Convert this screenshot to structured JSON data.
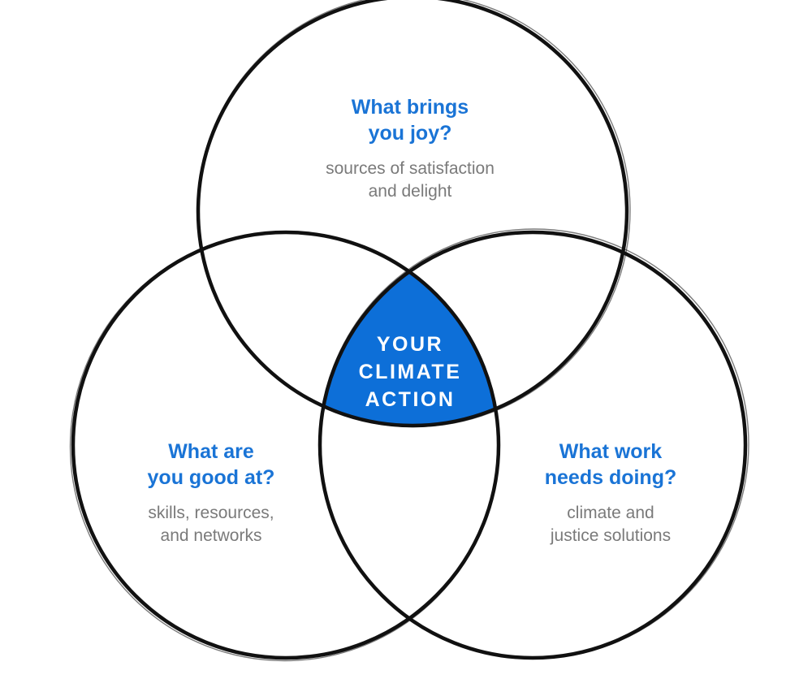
{
  "colors": {
    "accent": "#1a74d6",
    "description": "#7a7a7a",
    "outline": "#111111",
    "intersection_text": "#ffffff"
  },
  "circles": {
    "top": {
      "question_line1": "What brings",
      "question_line2": "you joy?",
      "description_line1": "sources of satisfaction",
      "description_line2": "and delight"
    },
    "left": {
      "question_line1": "What are",
      "question_line2": "you good at?",
      "description_line1": "skills, resources,",
      "description_line2": "and networks"
    },
    "right": {
      "question_line1": "What work",
      "question_line2": "needs doing?",
      "description_line1": "climate and",
      "description_line2": "justice solutions"
    }
  },
  "center": {
    "line1": "YOUR",
    "line2": "CLIMATE",
    "line3": "ACTION"
  }
}
